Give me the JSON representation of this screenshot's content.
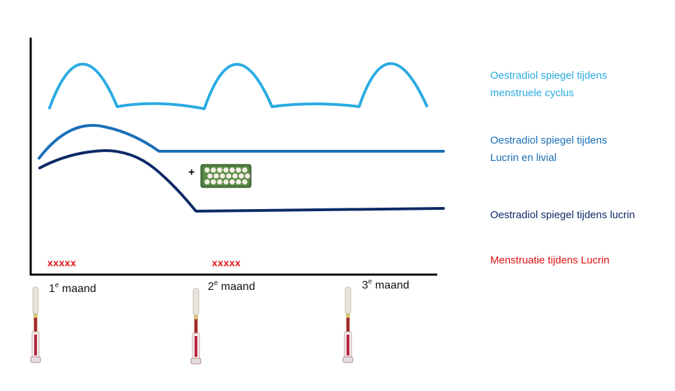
{
  "colors": {
    "cycle": "#29abe2",
    "livial": "#1a6fb8",
    "lucrin": "#0d2a66",
    "menstruation": "#e01010",
    "axis": "#000000"
  },
  "legend": {
    "cycle": [
      "Oestradiol spiegel tijdens",
      "menstruele cyclus"
    ],
    "livial": [
      "Oestradiol spiegel tijdens",
      "Lucrin en livial"
    ],
    "lucrin": [
      "Oestradiol spiegel tijdens lucrin"
    ],
    "menstruation": [
      "Menstruatie tijdens Lucrin"
    ]
  },
  "markers": [
    "xxxxx",
    "xxxxx"
  ],
  "plus_sign": "+",
  "months": [
    {
      "num": "1",
      "sup": "e",
      "label": "maand"
    },
    {
      "num": "2",
      "sup": "e",
      "label": "maand"
    },
    {
      "num": "3",
      "sup": "e",
      "label": "maand"
    }
  ],
  "icons": {
    "syringe": "syringe-icon",
    "pill_pack": "pill-pack-icon"
  }
}
